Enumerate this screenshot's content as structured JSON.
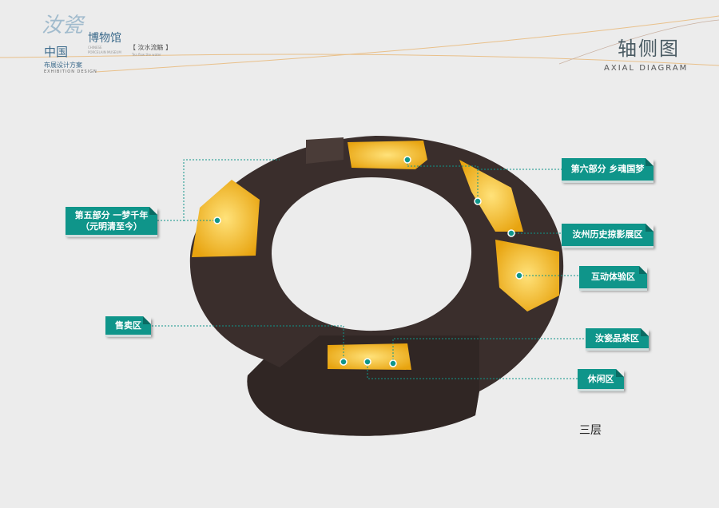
{
  "header": {
    "logo": {
      "calligraphy": "汝瓷",
      "china": "中国",
      "museum": "博物馆",
      "museum_en_1": "CHINESE",
      "museum_en_2": "PORCELAIN MUSEUM",
      "tagline": "【 汝水流觞 】",
      "tagline_en": "Tea flow the water",
      "plan": "布展设计方案",
      "plan_en": "EXHIBITION DESIGN"
    },
    "title": "轴侧图",
    "subtitle": "AXIAL DIAGRAM"
  },
  "labels": {
    "part6": "第六部分 乡魂国梦",
    "history": "汝州历史掠影展区",
    "interactive": "互动体验区",
    "tea": "汝瓷品茶区",
    "rest": "休闲区",
    "shop": "售卖区",
    "part5_line1": "第五部分 一梦千年",
    "part5_line2": "（元明清至今）"
  },
  "floor": "三层",
  "colors": {
    "accent": "#0f958a",
    "floor": "#3a2e2c",
    "highlight": "#f2b620",
    "line": "#e9c08a"
  }
}
